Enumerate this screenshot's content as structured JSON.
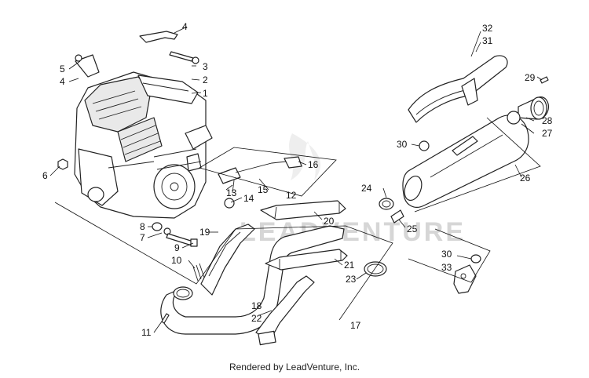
{
  "callouts": {
    "c1": "1",
    "c2": "2",
    "c3": "3",
    "c4a": "4",
    "c4b": "4",
    "c5": "5",
    "c6": "6",
    "c7": "7",
    "c8": "8",
    "c9": "9",
    "c10": "10",
    "c11": "11",
    "c12": "12",
    "c13": "13",
    "c14": "14",
    "c15": "15",
    "c16": "16",
    "c17": "17",
    "c18": "18",
    "c19": "19",
    "c20": "20",
    "c21": "21",
    "c22": "22",
    "c23": "23",
    "c24": "24",
    "c25": "25",
    "c26": "26",
    "c27": "27",
    "c28": "28",
    "c29": "29",
    "c30a": "30",
    "c30b": "30",
    "c31": "31",
    "c32": "32",
    "c33": "33"
  },
  "watermark": "LEADVENTURE",
  "footer": "Rendered by LeadVenture, Inc."
}
